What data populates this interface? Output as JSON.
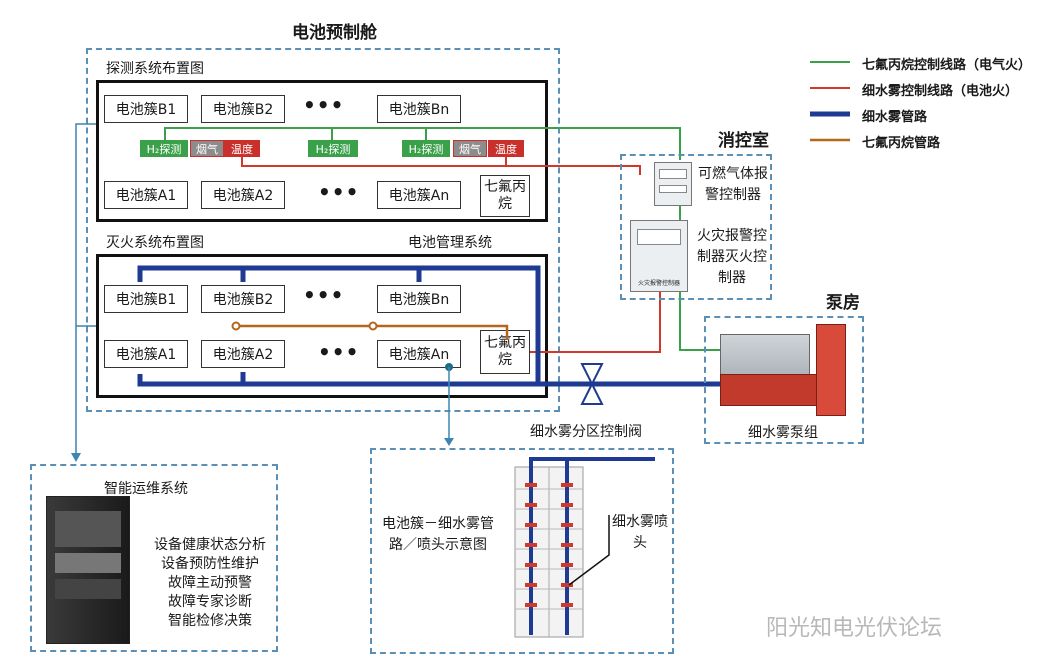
{
  "cabin_title": "电池预制舱",
  "detection": {
    "title": "探测系统布置图",
    "row_b": [
      "电池簇B1",
      "电池簇B2",
      "电池簇Bn"
    ],
    "row_a": [
      "电池簇A1",
      "电池簇A2",
      "电池簇An"
    ],
    "dots": "•••",
    "sensor_h2": "H₂探测",
    "sensor_smoke": "烟气",
    "sensor_temp": "温度",
    "hfc_box": "七氟丙烷"
  },
  "fire": {
    "title": "灭火系统布置图",
    "bms_label": "电池管理系统",
    "row_b": [
      "电池簇B1",
      "电池簇B2",
      "电池簇Bn"
    ],
    "row_a": [
      "电池簇A1",
      "电池簇A2",
      "电池簇An"
    ],
    "dots": "•••",
    "hfc_box": "七氟丙烷"
  },
  "control_room": {
    "title": "消控室",
    "gas_panel": "可燃气体报警控制器",
    "fire_panel": "火灾报警控制器灭火控制器",
    "fire_panel_caption": "火灾报警控制器"
  },
  "pump_room": {
    "title": "泵房",
    "caption": "细水雾泵组"
  },
  "valve_label": "细水雾分区控制阀",
  "ops": {
    "title": "智能运维系统",
    "items": [
      "设备健康状态分析",
      "设备预防性维护",
      "故障主动预警",
      "故障专家诊断",
      "智能检修决策"
    ]
  },
  "schematic": {
    "left_label": "电池簇－细水雾管路／喷头示意图",
    "nozzle_label": "细水雾喷头"
  },
  "legend": [
    {
      "label": "七氟丙烷控制线路（电气火）",
      "color": "#3aa14a"
    },
    {
      "label": "细水雾控制线路（电池火）",
      "color": "#d0382b"
    },
    {
      "label": "细水雾管路",
      "color": "#1f3a93"
    },
    {
      "label": "七氟丙烷管路",
      "color": "#b5651d"
    }
  ],
  "watermark": "阳光知电光伏论坛"
}
